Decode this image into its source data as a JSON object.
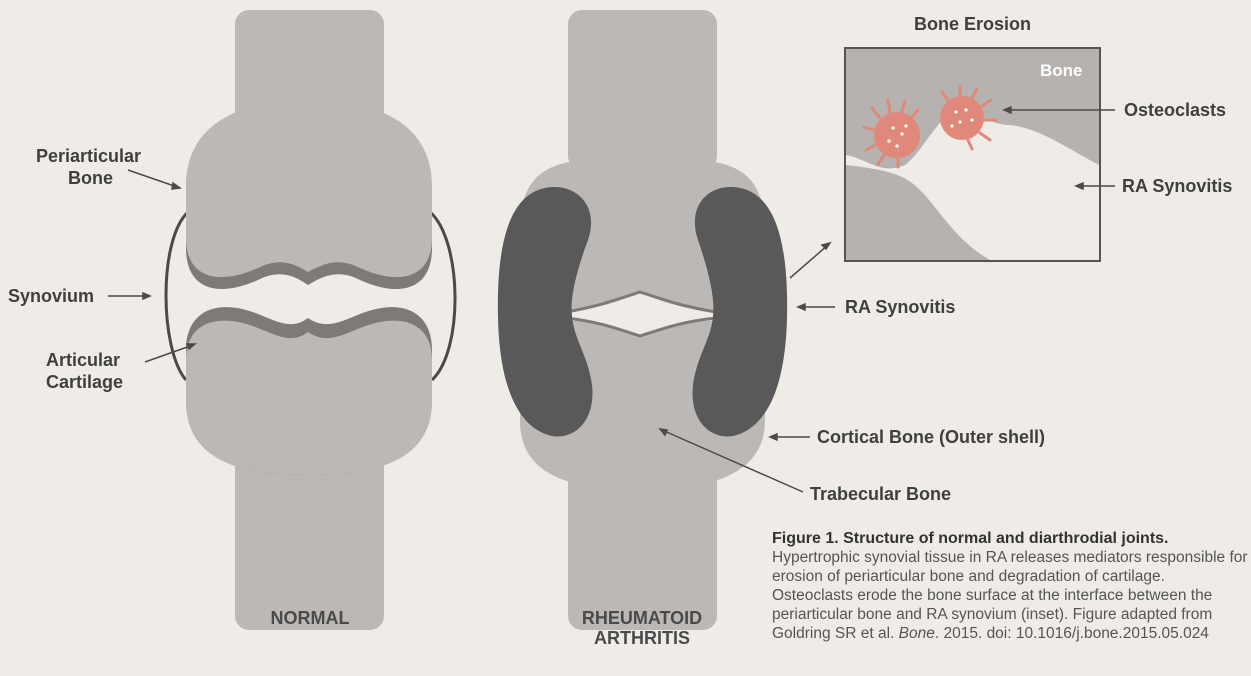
{
  "colors": {
    "background": "#efece7",
    "bone": "#bcb8b5",
    "cartilage": "#7d7a78",
    "synovitis": "#595959",
    "synovium_line": "#4a4a4a",
    "osteoclast": "#e0887a",
    "inset_bone": "#b5b2b0",
    "inset_bg": "#efece7"
  },
  "labels": {
    "periarticular_line1": "Periarticular",
    "periarticular_line2": "Bone",
    "synovium": "Synovium",
    "articular_line1": "Articular",
    "articular_line2": "Cartilage",
    "ra_synovitis": "RA Synovitis",
    "cortical": "Cortical Bone  (Outer shell)",
    "trabecular": "Trabecular Bone"
  },
  "titles": {
    "normal": "NORMAL",
    "ra_line1": "RHEUMATOID",
    "ra_line2": "ARTHRITIS"
  },
  "inset": {
    "title": "Bone Erosion",
    "bone_word": "Bone",
    "osteoclasts": "Osteoclasts",
    "ra_synovitis": "RA Synovitis"
  },
  "caption": {
    "heading": "Figure 1. Structure of normal and diarthrodial joints.",
    "body_before": "Hypertrophic synovial tissue in RA releases mediators responsible for erosion of periarticular bone and degradation of cartilage. Osteoclasts erode the bone surface at the interface between the periarticular bone and RA synovium (inset). Figure adapted from Goldring SR et al. ",
    "journal": "Bone",
    "body_after": ". 2015. doi: 10.1016/j.bone.2015.05.024"
  }
}
